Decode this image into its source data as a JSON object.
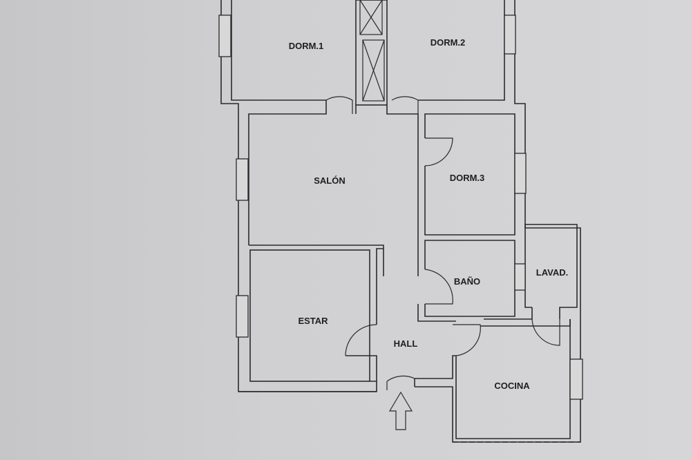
{
  "plan": {
    "rooms": {
      "dorm1": "DORM.1",
      "dorm2": "DORM.2",
      "salon": "SALÓN",
      "dorm3": "DORM.3",
      "bano": "BAÑO",
      "lavad": "LAVAD.",
      "estar": "ESTAR",
      "hall": "HALL",
      "cocina": "COCINA"
    },
    "entrance_icon": "arrow-up-icon"
  }
}
